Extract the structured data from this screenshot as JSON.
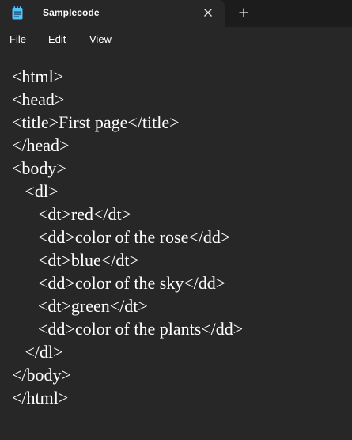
{
  "tab": {
    "title": "Samplecode",
    "icon": "notepad-icon",
    "close_icon": "close-icon",
    "new_tab_icon": "plus-icon"
  },
  "menu": {
    "file": "File",
    "edit": "Edit",
    "view": "View"
  },
  "editor": {
    "lines": [
      "<html>",
      "<head>",
      "<title>First page</title>",
      "</head>",
      "<body>",
      "   <dl>",
      "      <dt>red</dt>",
      "      <dd>color of the rose</dd>",
      "      <dt>blue</dt>",
      "      <dd>color of the sky</dd>",
      "      <dt>green</dt>",
      "      <dd>color of the plants</dd>",
      "   </dl>",
      "</body>",
      "</html>"
    ]
  },
  "colors": {
    "background": "#272727",
    "tabbar": "#1c1c1c",
    "accent": "#4cc2ff",
    "text": "#ffffff"
  }
}
